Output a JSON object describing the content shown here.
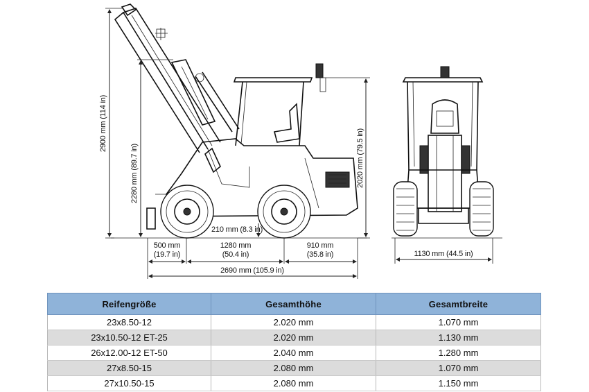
{
  "dimensions": {
    "total_height": "2900 mm (114 in)",
    "cab_height": "2280 mm (89.7 in)",
    "roof_height": "2020 mm (79.5 in)",
    "ground_clearance": "210 mm (8.3 in)",
    "front_overhang_mm": "500 mm",
    "front_overhang_in": "(19.7 in)",
    "wheelbase_mm": "1280 mm",
    "wheelbase_in": "(50.4 in)",
    "rear_overhang_mm": "910 mm",
    "rear_overhang_in": "(35.8 in)",
    "total_length": "2690 mm (105.9 in)",
    "total_width": "1130 mm (44.5 in)"
  },
  "table": {
    "headers": [
      "Reifengröße",
      "Gesamthöhe",
      "Gesamtbreite"
    ],
    "rows": [
      [
        "23x8.50-12",
        "2.020 mm",
        "1.070 mm"
      ],
      [
        "23x10.50-12 ET-25",
        "2.020 mm",
        "1.130 mm"
      ],
      [
        "26x12.00-12 ET-50",
        "2.040 mm",
        "1.280 mm"
      ],
      [
        "27x8.50-15",
        "2.080 mm",
        "1.070 mm"
      ],
      [
        "27x10.50-15",
        "2.080 mm",
        "1.150 mm"
      ]
    ]
  },
  "colors": {
    "header_bg": "#8fb3d9",
    "row_alt_bg": "#dcdcdc",
    "line": "#222222"
  }
}
